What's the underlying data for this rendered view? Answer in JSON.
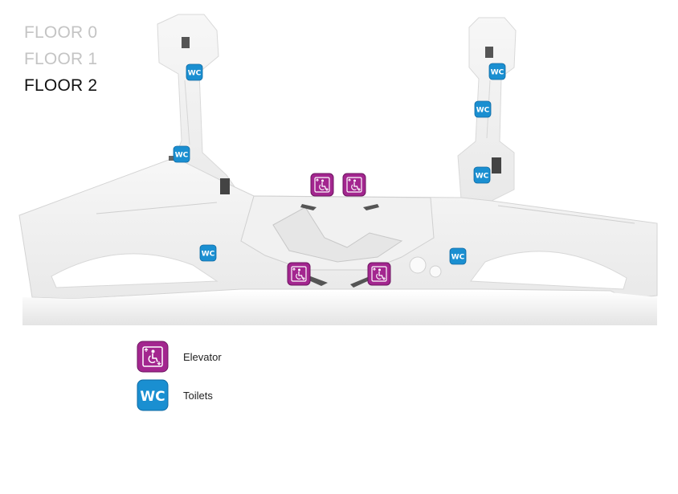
{
  "floors": [
    {
      "label": "FLOOR 0",
      "active": false
    },
    {
      "label": "FLOOR 1",
      "active": false
    },
    {
      "label": "FLOOR 2",
      "active": true
    }
  ],
  "colors": {
    "elevator": "#a3268f",
    "toilets": "#1a8fd1",
    "floor_active": "#111111",
    "floor_inactive": "#c4c4c4"
  },
  "icons": {
    "elevator_icon": "wheelchair-elevator-icon",
    "toilets_text": "WC"
  },
  "legend": [
    {
      "type": "elevator",
      "label": "Elevator"
    },
    {
      "type": "toilets",
      "label": "Toilets"
    }
  ]
}
